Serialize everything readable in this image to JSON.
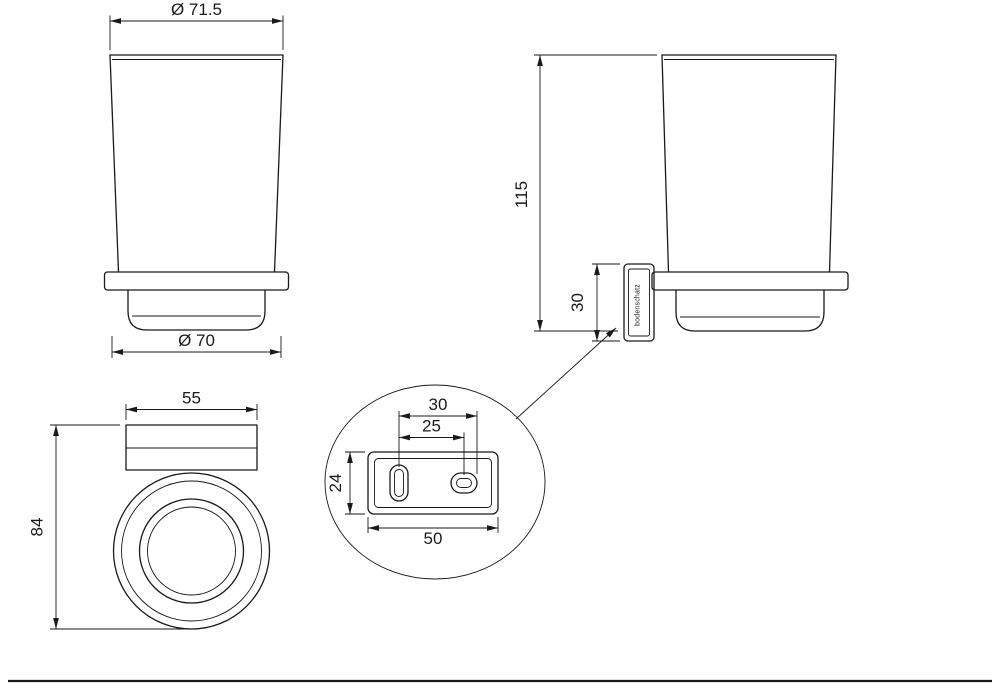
{
  "drawing": {
    "brand_label": "bodenschatz",
    "front_view": {
      "top_diameter": "Ø 71.5",
      "bottom_diameter": "Ø 70"
    },
    "side_view": {
      "overall_height": "115",
      "mount_height": "30"
    },
    "top_view": {
      "mount_width": "55",
      "overall_depth": "84"
    },
    "detail_view": {
      "hole_span": "30",
      "hole_centers": "25",
      "plate_height": "24",
      "plate_width": "50"
    }
  },
  "colors": {
    "line": "#1a1a1a",
    "background": "#ffffff"
  }
}
